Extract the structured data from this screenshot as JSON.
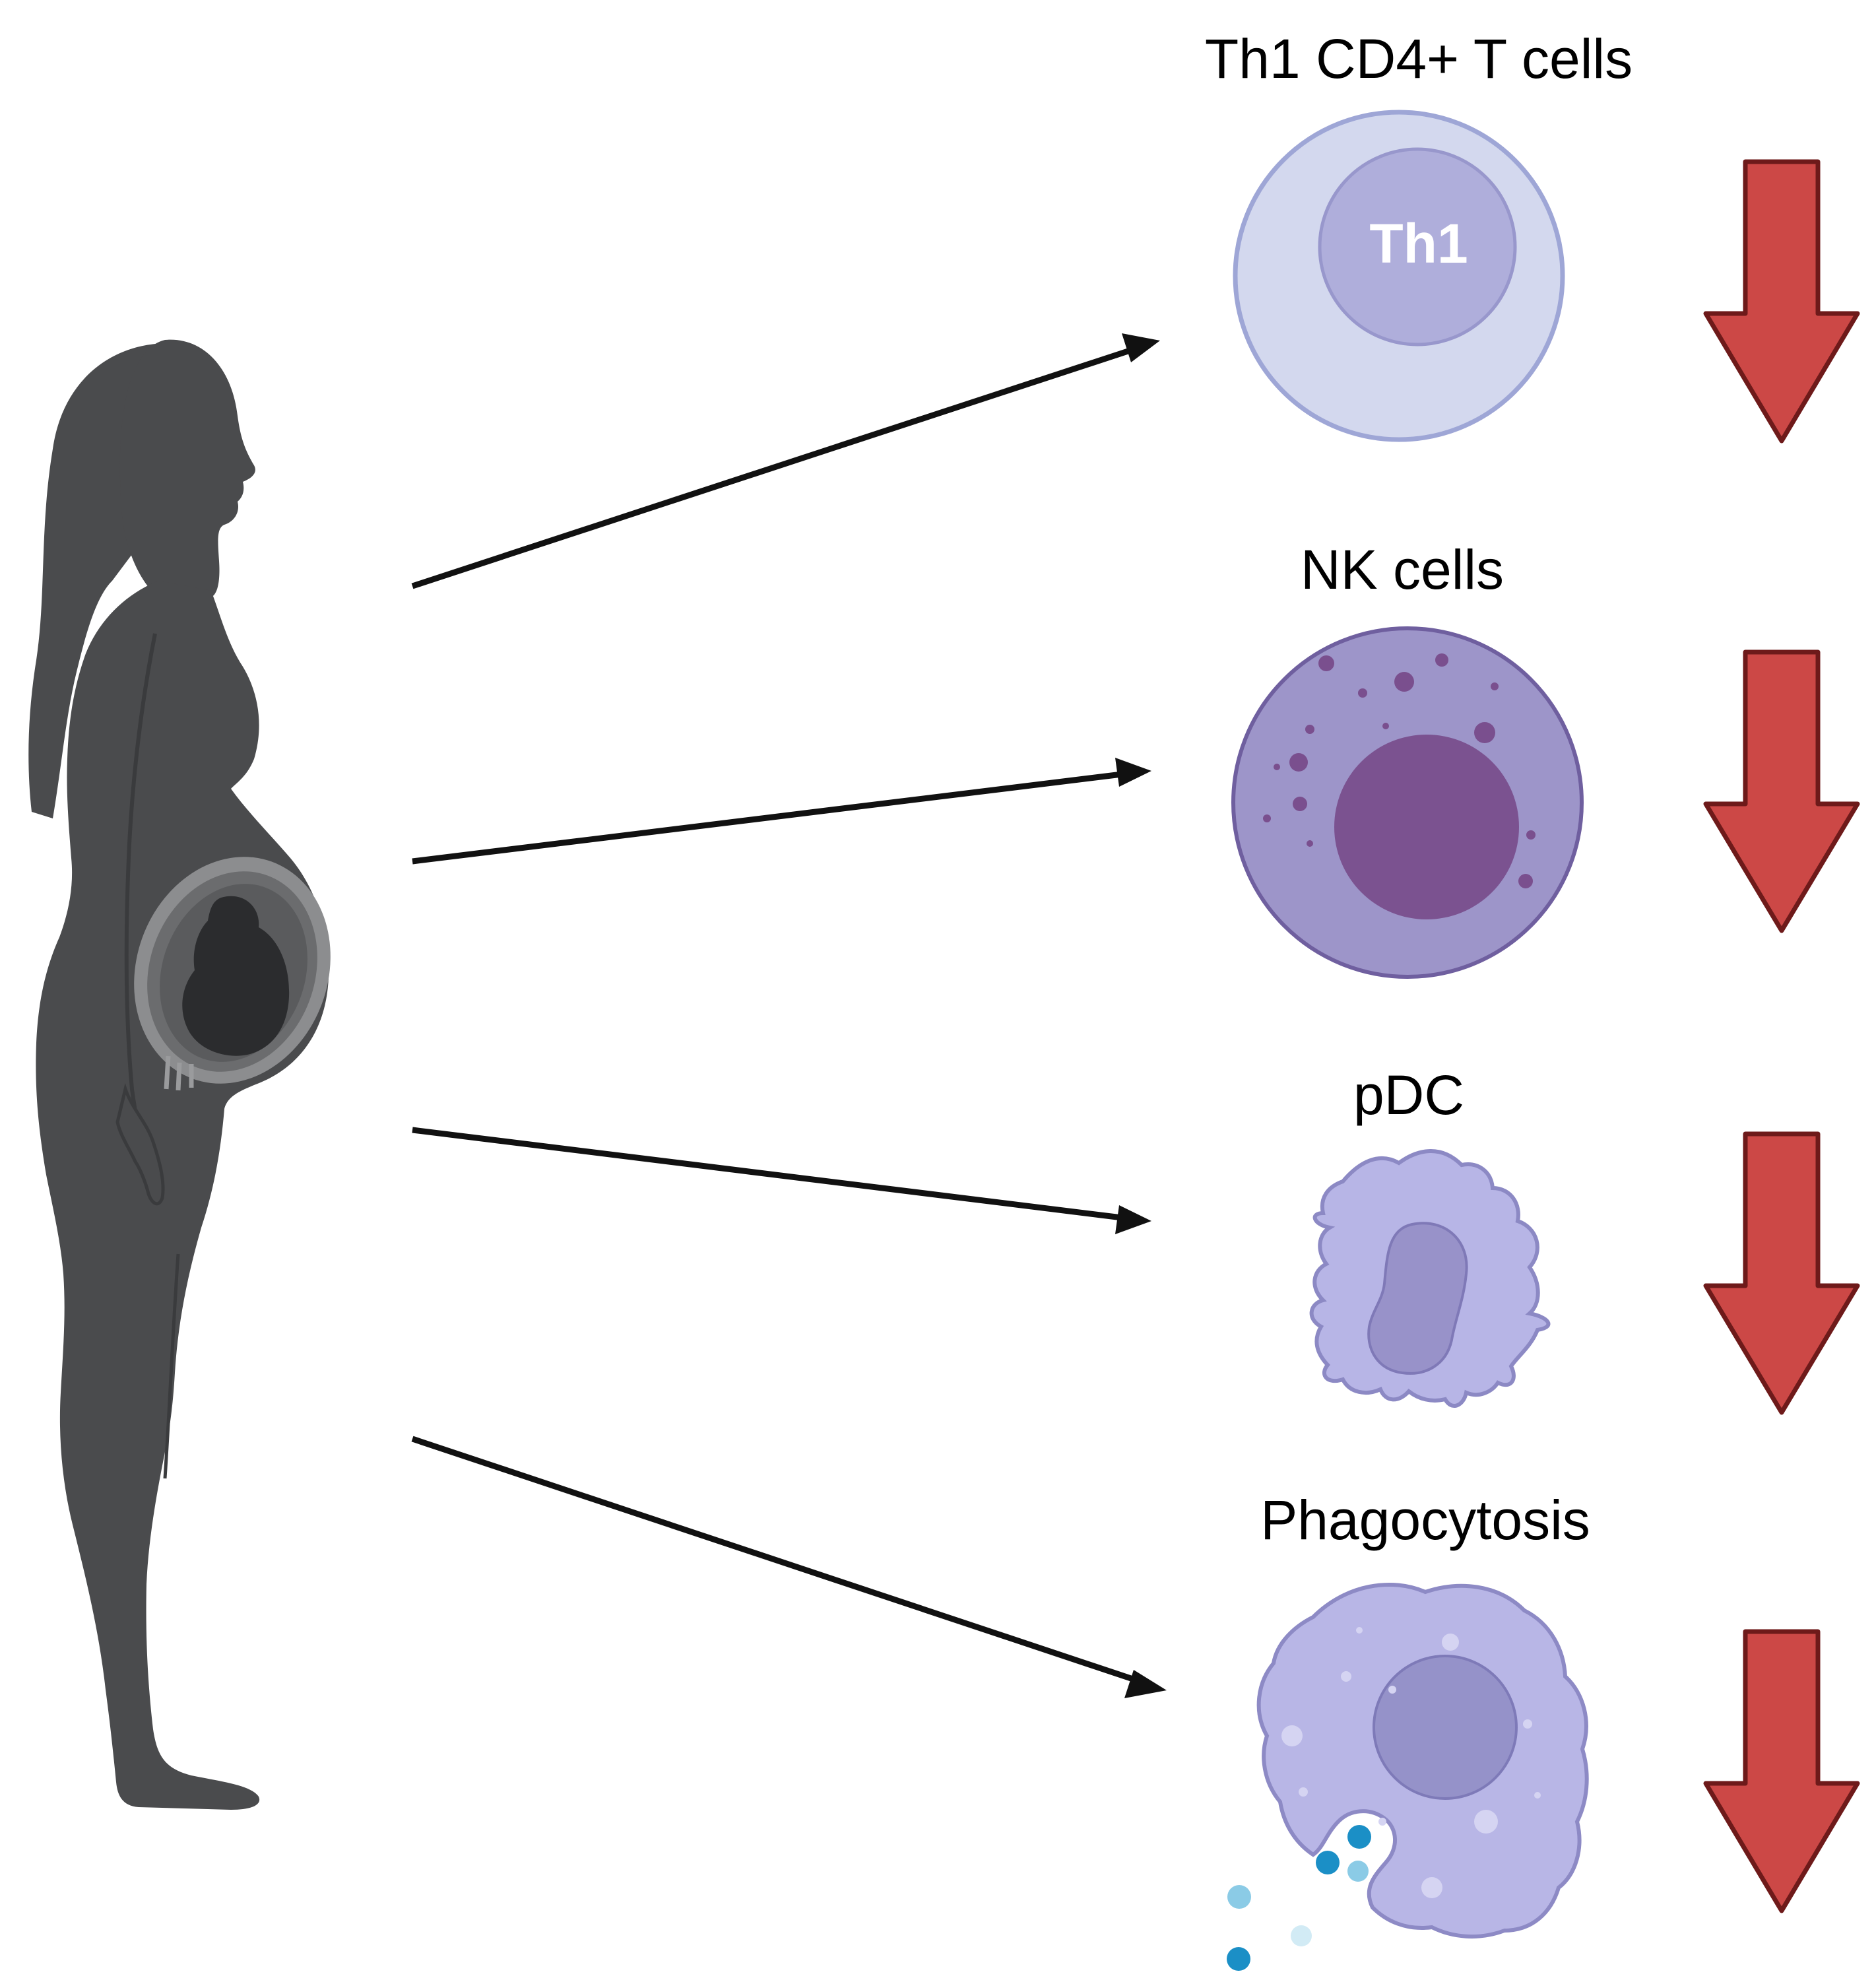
{
  "labels": {
    "th1_title": "Th1 CD4+ T cells",
    "th1_nucleus": "Th1",
    "nk_title": "NK cells",
    "pdc_title": "pDC",
    "phago_title": "Phagocytosis"
  },
  "colors": {
    "silhouette": "#4a4b4d",
    "silhouette_line": "#3a3b3d",
    "arrow": "#111111",
    "down_arrow_fill": "#cc4846",
    "down_arrow_stroke": "#6e1a1a",
    "th1_outer": "#d3d8ee",
    "th1_outer_stroke": "#9ea6d6",
    "th1_inner": "#afaedb",
    "nk_body": "#9d95c9",
    "nk_nucleus": "#7b5290",
    "nk_granule": "#7a4f8e",
    "pdc_body": "#b7b5e6",
    "pdc_nucleus": "#9892c9",
    "phago_body": "#b8b6e6",
    "phago_nucleus": "#9592c9",
    "particle_dark": "#1b8fc6",
    "particle_light": "#8bcbe6"
  },
  "icons": {
    "figure": "pregnant-woman-silhouette-icon",
    "fetus": "fetus-in-womb-icon",
    "decrease": "red-down-arrow-icon"
  }
}
